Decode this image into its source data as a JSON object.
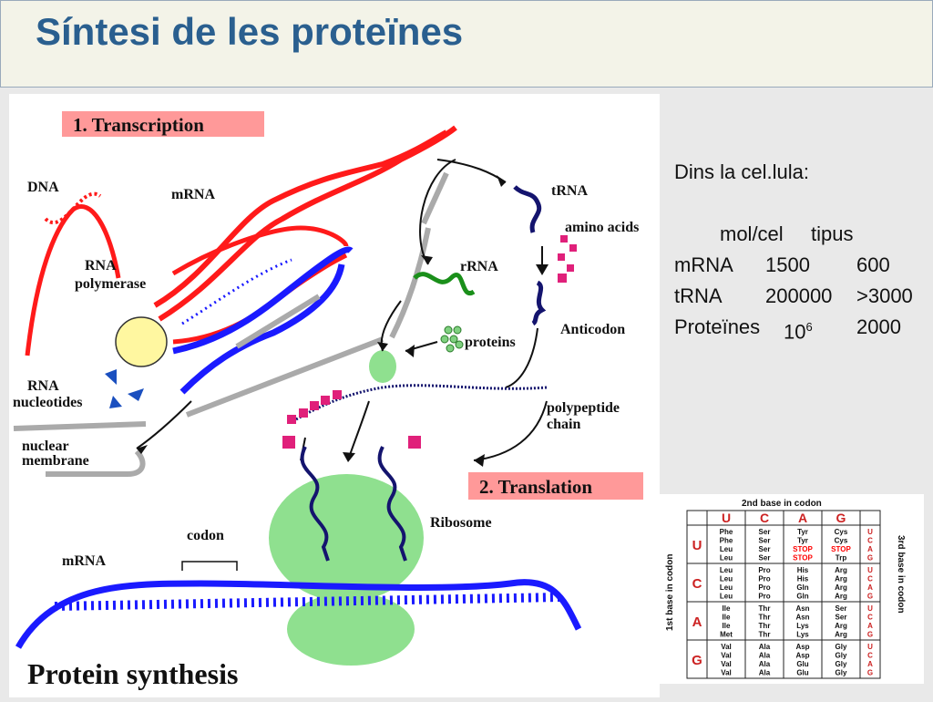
{
  "title": "Síntesi de les proteïnes",
  "diagram": {
    "section1": "1. Transcription",
    "section2": "2. Translation",
    "caption": "Protein synthesis",
    "labels": {
      "dna": "DNA",
      "mrna_top": "mRNA",
      "rna_polymerase_1": "RNA",
      "rna_polymerase_2": "polymerase",
      "rna_nucleotides_1": "RNA",
      "rna_nucleotides_2": "nucleotides",
      "nuclear_membrane_1": "nuclear",
      "nuclear_membrane_2": "membrane",
      "mrna_bottom": "mRNA",
      "codon": "codon",
      "trna": "tRNA",
      "amino_acids": "amino acids",
      "rrna": "rRNA",
      "proteins": "proteins",
      "anticodon": "Anticodon",
      "polypeptide_1": "polypeptide",
      "polypeptide_2": "chain",
      "ribosome": "Ribosome"
    }
  },
  "info": {
    "heading": "Dins la cel.lula:",
    "col_mol": "mol/cel",
    "col_tipus": "tipus",
    "rows": [
      {
        "name": "mRNA",
        "mol": "1500",
        "tipus": "600"
      },
      {
        "name": "tRNA",
        "mol": "200000",
        "tipus": ">3000"
      },
      {
        "name": "Proteïnes",
        "mol_base": "10",
        "mol_exp": "6",
        "tipus": "2000"
      }
    ]
  },
  "codon_table": {
    "header_2nd": "2nd base in codon",
    "label_1st": "1st base in codon",
    "label_3rd": "3rd base in codon",
    "second_bases": [
      "U",
      "C",
      "A",
      "G"
    ],
    "first_bases": [
      "U",
      "C",
      "A",
      "G"
    ],
    "third_bases": [
      "U",
      "C",
      "A",
      "G"
    ],
    "cells": [
      [
        [
          "Phe",
          "Phe",
          "Leu",
          "Leu"
        ],
        [
          "Ser",
          "Ser",
          "Ser",
          "Ser"
        ],
        [
          "Tyr",
          "Tyr",
          "STOP",
          "STOP"
        ],
        [
          "Cys",
          "Cys",
          "STOP",
          "Trp"
        ]
      ],
      [
        [
          "Leu",
          "Leu",
          "Leu",
          "Leu"
        ],
        [
          "Pro",
          "Pro",
          "Pro",
          "Pro"
        ],
        [
          "His",
          "His",
          "Gln",
          "Gln"
        ],
        [
          "Arg",
          "Arg",
          "Arg",
          "Arg"
        ]
      ],
      [
        [
          "Ile",
          "Ile",
          "Ile",
          "Met"
        ],
        [
          "Thr",
          "Thr",
          "Thr",
          "Thr"
        ],
        [
          "Asn",
          "Asn",
          "Lys",
          "Lys"
        ],
        [
          "Ser",
          "Ser",
          "Arg",
          "Arg"
        ]
      ],
      [
        [
          "Val",
          "Val",
          "Val",
          "Val"
        ],
        [
          "Ala",
          "Ala",
          "Ala",
          "Ala"
        ],
        [
          "Asp",
          "Asp",
          "Glu",
          "Glu"
        ],
        [
          "Gly",
          "Gly",
          "Gly",
          "Gly"
        ]
      ]
    ]
  },
  "colors": {
    "title": "#2a5f8f",
    "dna": "#ff1a1a",
    "mrna": "#1a1aff",
    "ribosome": "#8fe08f",
    "navy": "#14146e",
    "label_box": "#ff9999",
    "stop": "#ff0000",
    "base_letter": "#cc2222"
  }
}
